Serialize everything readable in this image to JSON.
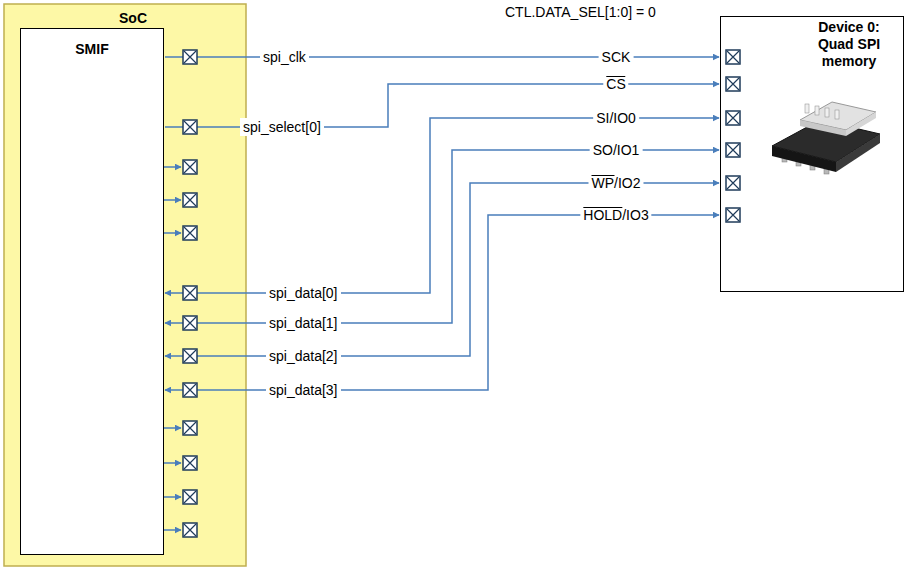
{
  "diagram": {
    "nodes": [
      {
        "text": [
          "SoC"
        ]
      },
      {
        "text": [
          "SMIF"
        ],
        "in": 0
      },
      {
        "text": [
          "Device 0: Quad SPI memory"
        ]
      }
    ],
    "edges": [
      {
        "from": 1,
        "to": 2,
        "arrow": "to",
        "label": "spi_clk"
      },
      {
        "from": 1,
        "to": 2,
        "arrow": "to",
        "label": "spi_select[0]"
      },
      {
        "from": 1,
        "to": 2,
        "arrow": "both",
        "label": "spi_data[0]"
      },
      {
        "from": 1,
        "to": 2,
        "arrow": "both",
        "label": "spi_data[1]"
      },
      {
        "from": 1,
        "to": 2,
        "arrow": "both",
        "label": "spi_data[2]"
      },
      {
        "from": 1,
        "to": 2,
        "arrow": "both",
        "label": "spi_data[3]"
      }
    ],
    "labels": [
      "CTL.DATA_SEL[1:0] = 0",
      "SCK",
      "CS",
      "SI/IO0",
      "SO/IO1",
      "WP/IO2",
      "HOLD/IO3"
    ]
  }
}
